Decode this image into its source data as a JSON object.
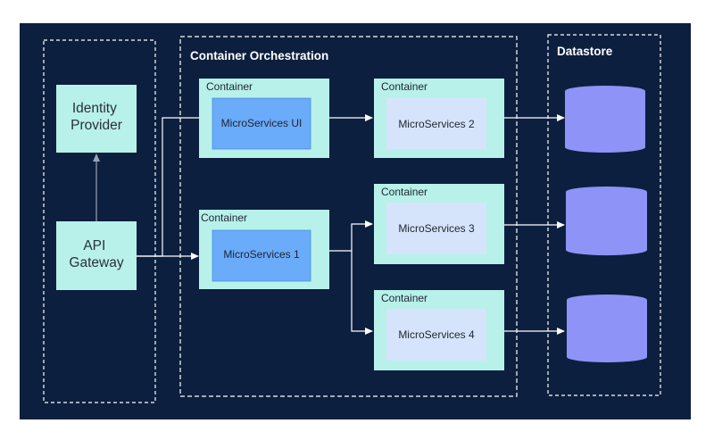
{
  "groups": {
    "orchestration_title": "Container Orchestration",
    "datastore_title": "Datastore"
  },
  "nodes": {
    "identity_provider": [
      "Identity",
      "Provider"
    ],
    "api_gateway": [
      "API",
      "Gateway"
    ]
  },
  "containers": {
    "ui": {
      "title": "Container",
      "service": "MicroServices UI"
    },
    "ms1": {
      "title": "Container",
      "service": "MicroServices 1"
    },
    "ms2": {
      "title": "Container",
      "service": "MicroServices 2"
    },
    "ms3": {
      "title": "Container",
      "service": "MicroServices 3"
    },
    "ms4": {
      "title": "Container",
      "service": "MicroServices 4"
    }
  },
  "colors": {
    "background": "#0c1f3f",
    "container": "#b8f1e9",
    "service_blue": "#6aabfa",
    "service_light": "#d6e4fb",
    "database": "#8d93f7",
    "line": "#ffffff"
  }
}
